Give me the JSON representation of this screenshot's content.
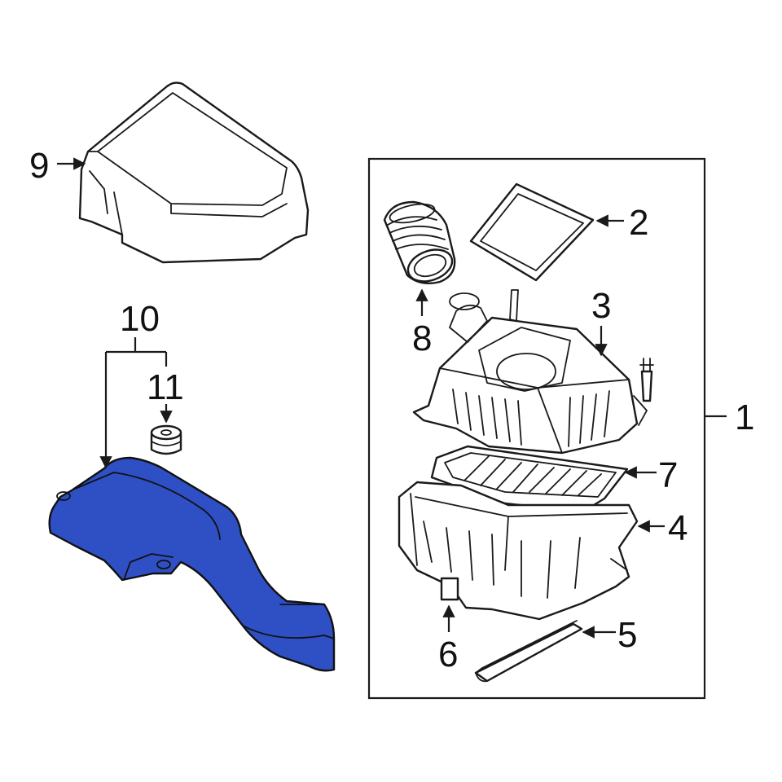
{
  "diagram": {
    "highlight_color": "#2f4fc4",
    "callouts": {
      "c1": "1",
      "c2": "2",
      "c3": "3",
      "c4": "4",
      "c5": "5",
      "c6": "6",
      "c7": "7",
      "c8": "8",
      "c9": "9",
      "c10": "10",
      "c11": "11"
    }
  }
}
